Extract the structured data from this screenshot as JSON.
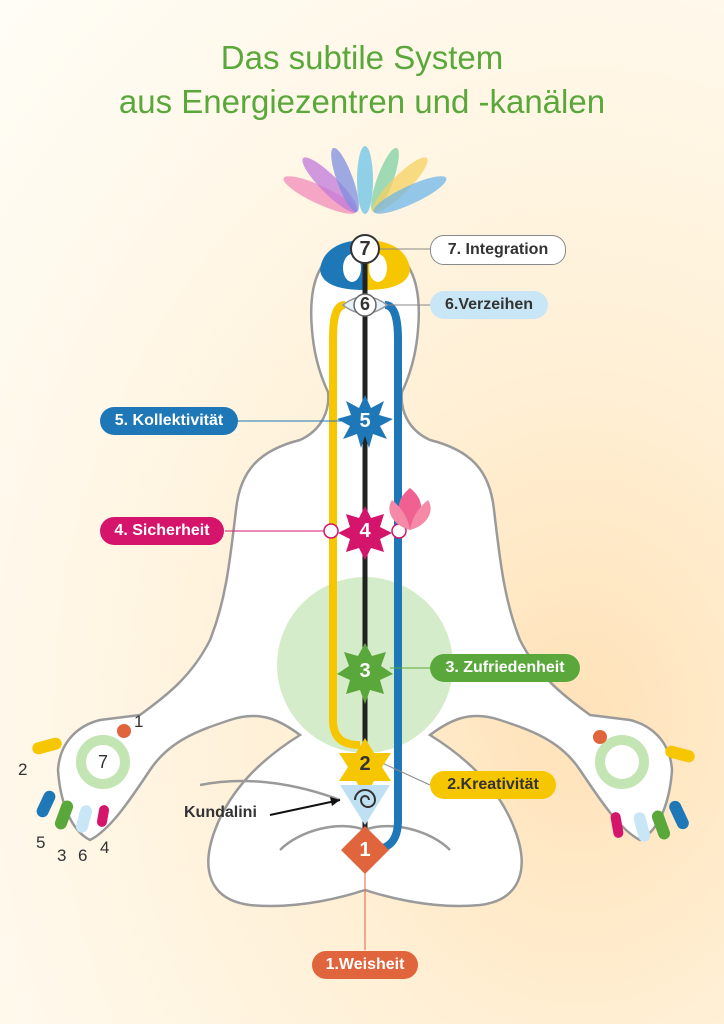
{
  "title": {
    "line1": "Das subtile System",
    "line2": "aus Energiezentren und -kanälen"
  },
  "chakras": [
    {
      "number": "7",
      "label": "7. Integration",
      "color": "#ffffff"
    },
    {
      "number": "6",
      "label": "6.Verzeihen",
      "color": "#c9e6f6"
    },
    {
      "number": "5",
      "label": "5. Kollektivität",
      "color": "#1e78b8"
    },
    {
      "number": "4",
      "label": "4. Sicherheit",
      "color": "#d5146b"
    },
    {
      "number": "3",
      "label": "3. Zufriedenheit",
      "color": "#5aa83b"
    },
    {
      "number": "2",
      "label": "2.Kreativität",
      "color": "#f6c600"
    },
    {
      "number": "1",
      "label": "1.Weisheit",
      "color": "#e0643c"
    }
  ],
  "kundalini": "Kundalini",
  "hand_numbers": {
    "n1": "1",
    "n2": "2",
    "n7": "7",
    "n5": "5",
    "n3": "3",
    "n6": "6",
    "n4": "4"
  },
  "colors": {
    "title": "#5aa83b",
    "left_channel": "#f6c600",
    "right_channel": "#1e78b8",
    "central_channel": "#222222"
  }
}
